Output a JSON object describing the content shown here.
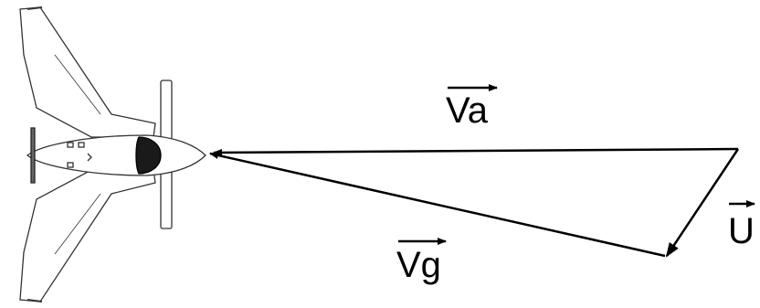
{
  "figure": {
    "aircraft_icon": "flying-wing-aircraft-top-view",
    "vectors": [
      {
        "id": "va",
        "label": "Va",
        "has_arrow_over_label": true
      },
      {
        "id": "vg",
        "label": "Vg",
        "has_arrow_over_label": true
      },
      {
        "id": "u",
        "label": "U",
        "has_arrow_over_label": true
      }
    ],
    "colors": {
      "line": "#000000",
      "aircraft_outline": "#333333",
      "cowling": "#1a1a1a",
      "background": "#ffffff"
    }
  }
}
